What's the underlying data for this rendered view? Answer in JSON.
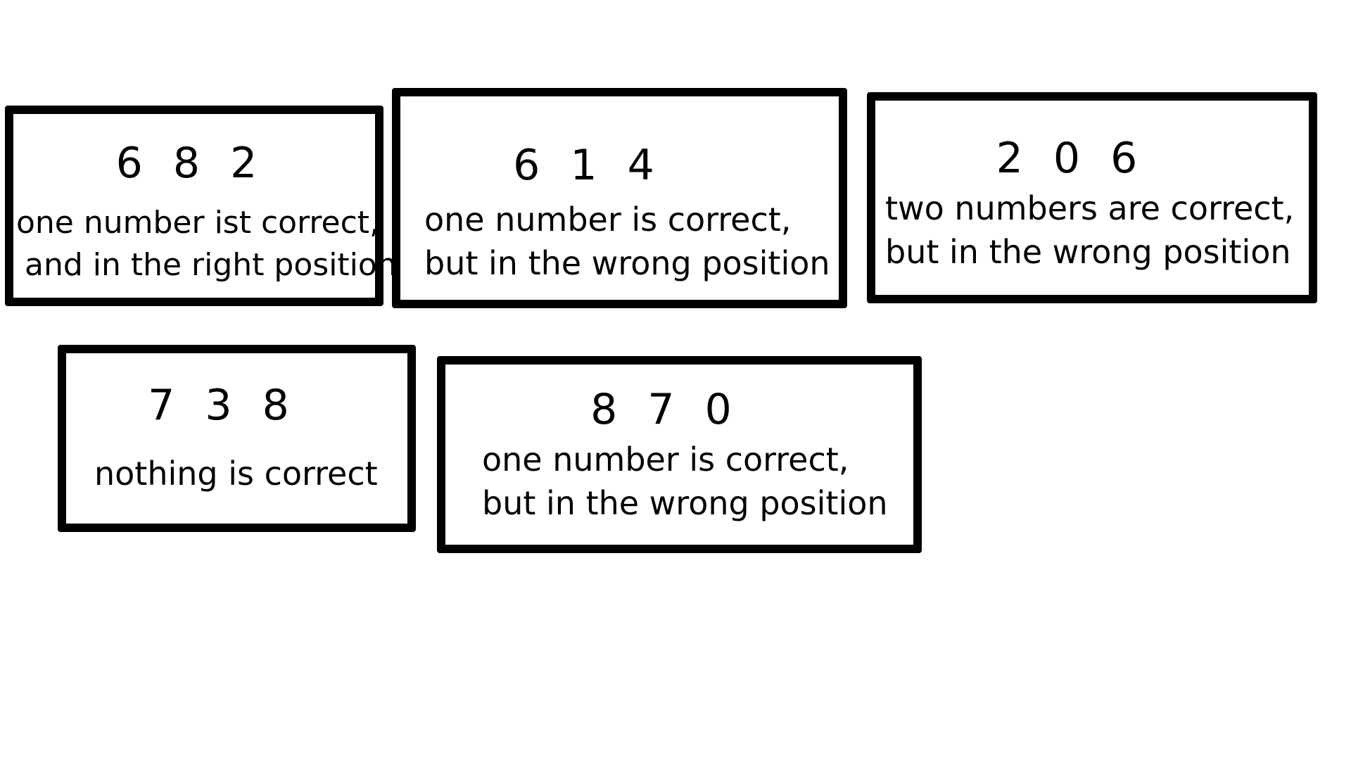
{
  "clues": [
    {
      "number": "6 8 2",
      "line1": "one number ist correct,",
      "line2": "and in the right position"
    },
    {
      "number": "6 1 4",
      "line1": "one number is correct,",
      "line2": "but in the wrong position"
    },
    {
      "number": "2 0 6",
      "line1": "two numbers are correct,",
      "line2": "but in the wrong position"
    },
    {
      "number": "7 3 8",
      "line1": "nothing is correct",
      "line2": ""
    },
    {
      "number": "8 7 0",
      "line1": "one number is correct,",
      "line2": "but in the wrong position"
    }
  ]
}
